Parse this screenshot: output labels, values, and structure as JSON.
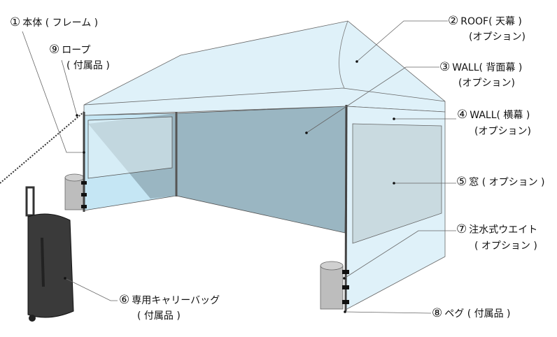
{
  "labels": [
    {
      "num": "①",
      "text": "本体 ( フレーム )"
    },
    {
      "num": "②",
      "text": "ROOF( 天幕 )",
      "sub": "(オプション)"
    },
    {
      "num": "③",
      "text": "WALL( 背面幕 )",
      "sub": "(オプション)"
    },
    {
      "num": "④",
      "text": "WALL( 横幕 )",
      "sub": "(オプション)"
    },
    {
      "num": "⑤",
      "text": "窓 ( オプション )"
    },
    {
      "num": "⑥",
      "text": "専用キャリーバッグ",
      "sub": "( 付属品 )"
    },
    {
      "num": "⑦",
      "text": "注水式ウエイト",
      "sub": "( オプション )"
    },
    {
      "num": "⑧",
      "text": "ペグ ( 付属品 )"
    },
    {
      "num": "⑨",
      "text": "ロープ",
      "sub": "( 付属品 )"
    }
  ],
  "colors": {
    "roof": "#dff1f9",
    "back_wall": "#9ab6c2",
    "window": "#c9dae0",
    "side_wall": "#c5e6f4",
    "frame": "#444444",
    "weight": "#bdbdbd",
    "bag": "#3a3a3a"
  }
}
